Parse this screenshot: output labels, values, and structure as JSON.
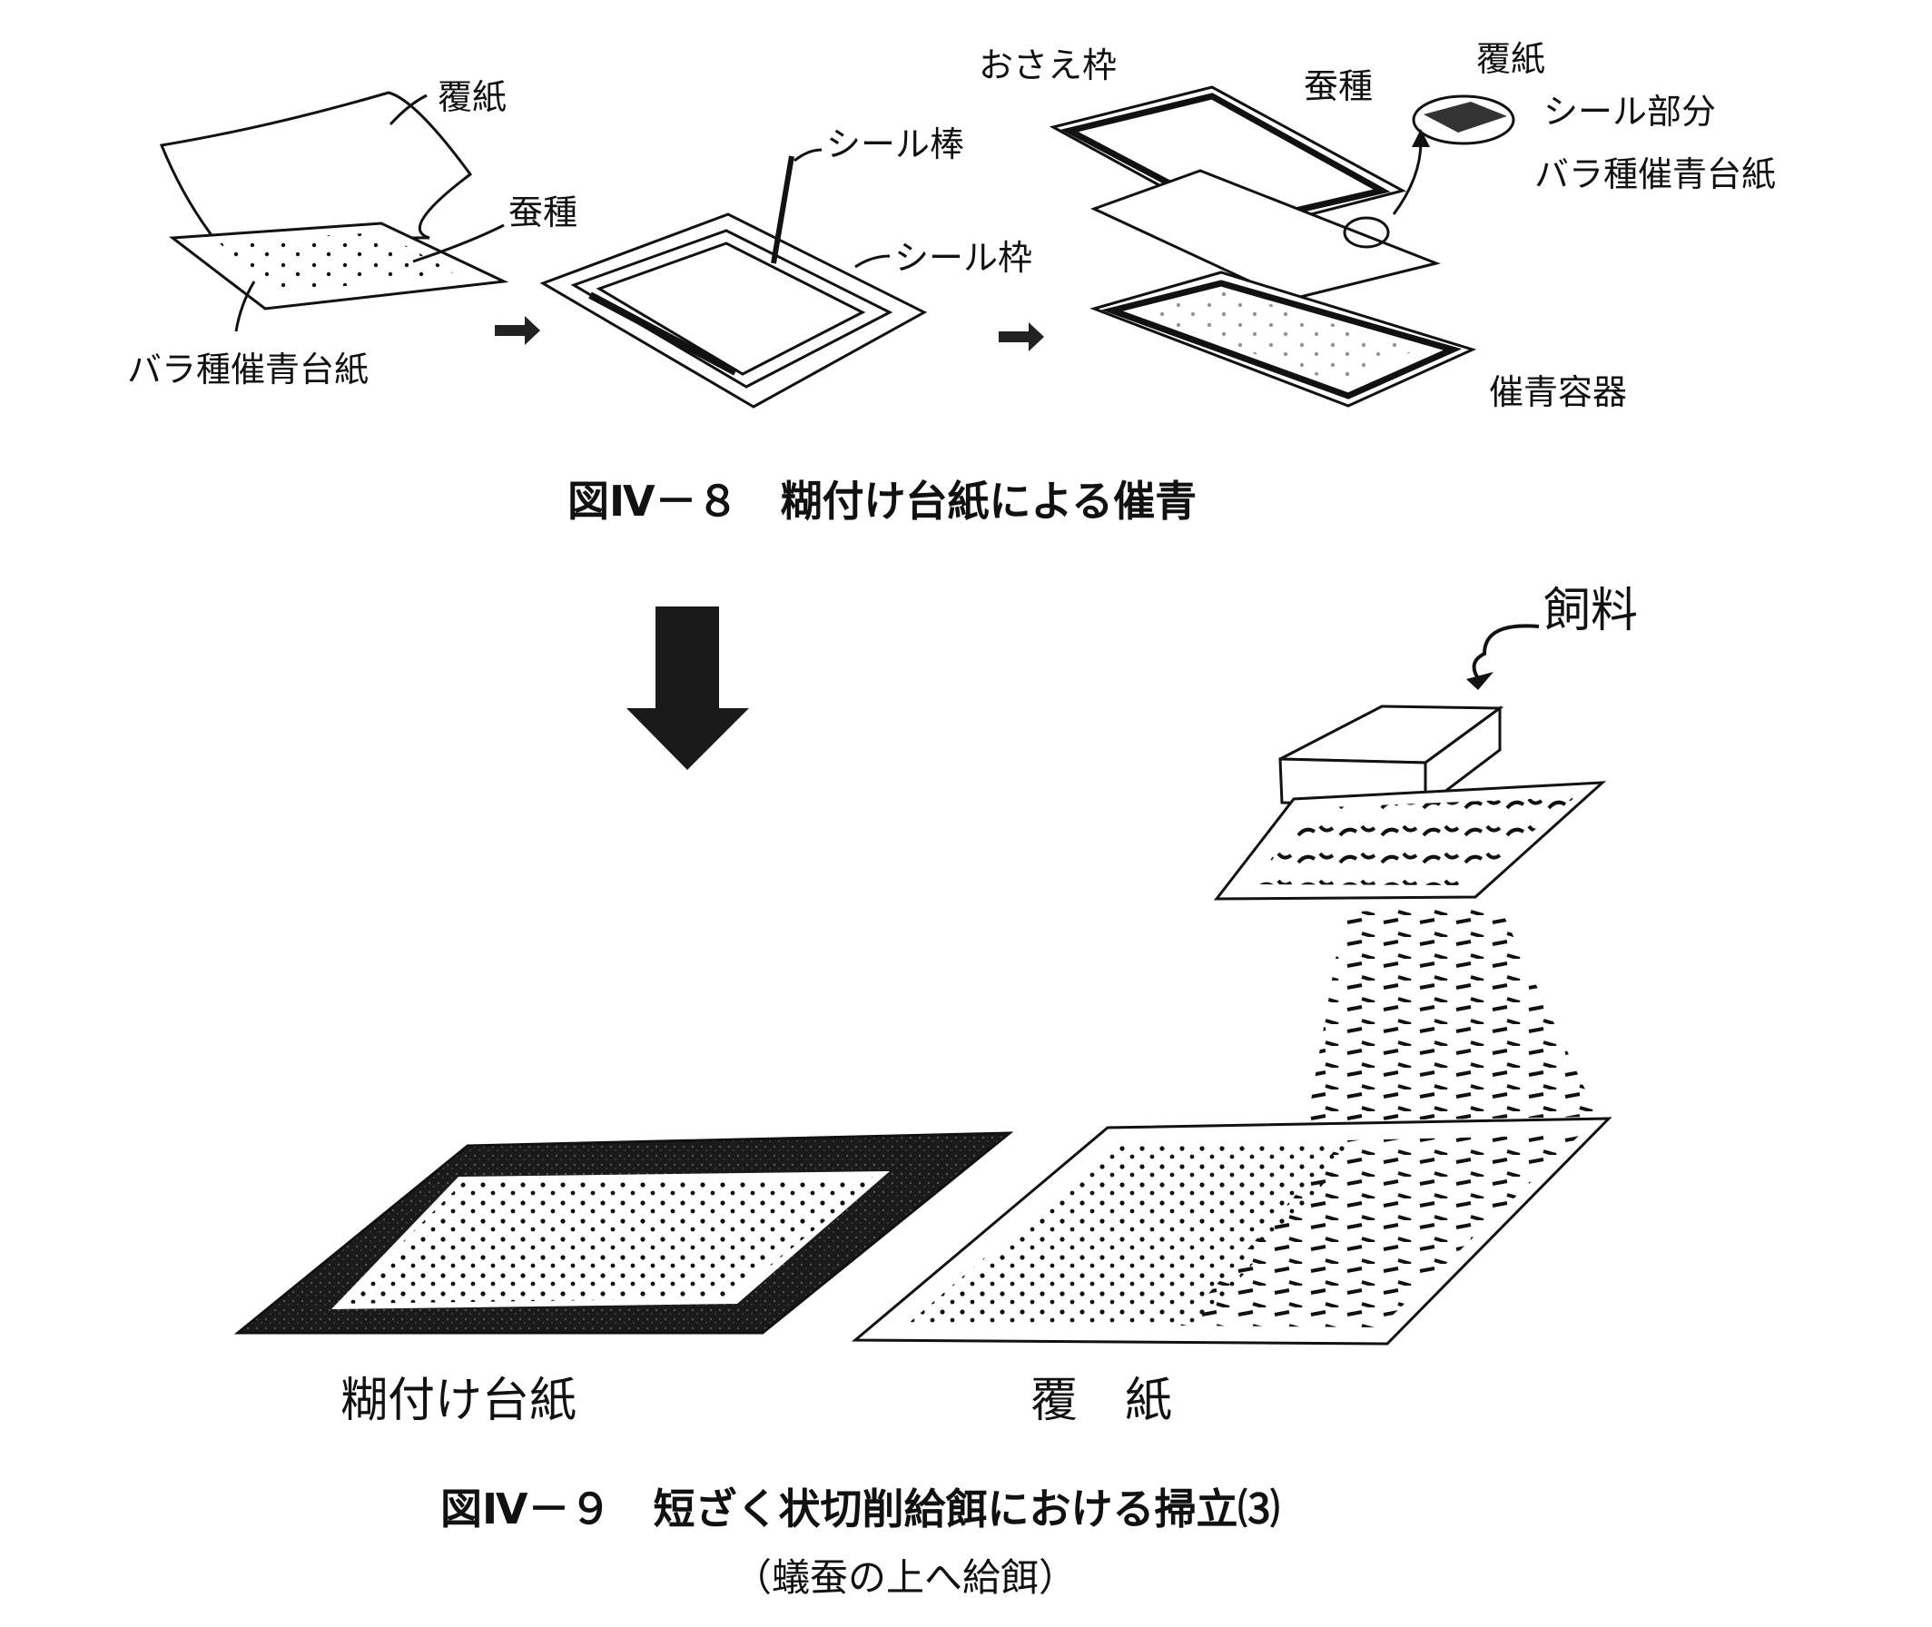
{
  "fig8": {
    "labels": {
      "cover_paper": "覆紙",
      "silkworm_eggs": "蚕種",
      "loose_egg_paper": "バラ種催青台紙",
      "seal_rod": "シール棒",
      "seal_frame": "シール枠",
      "press_frame": "おさえ枠",
      "detail_eggs": "蚕種",
      "detail_cover": "覆紙",
      "seal_part": "シール部分",
      "detail_egg_paper": "バラ種催青台紙",
      "incubation_container": "催青容器"
    },
    "caption": "図Ⅳ－８　糊付け台紙による催青"
  },
  "fig9": {
    "labels": {
      "feed": "飼料",
      "glued_paper": "糊付け台紙",
      "cover_paper": "覆　紙"
    },
    "caption": "図Ⅳ－９　短ざく状切削給餌における掃立⑶",
    "subcaption": "（蟻蚕の上へ給餌）"
  }
}
